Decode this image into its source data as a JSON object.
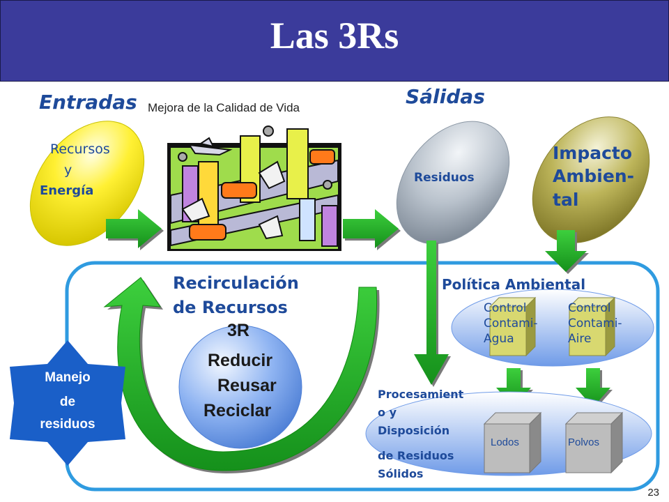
{
  "slide": {
    "title": "Las 3Rs",
    "page_number": "23"
  },
  "inputs": {
    "heading": "Entradas",
    "subtitle": "Mejora de la Calidad de Vida",
    "resources_line1": "Recursos",
    "resources_line2": "y",
    "resources_line3": "Energía"
  },
  "outputs": {
    "heading": "Sálidas",
    "waste_label": "Residuos",
    "impact_line1": "Impacto",
    "impact_line2": "Ambien-",
    "impact_line3": "tal"
  },
  "recirculation": {
    "label_line1": "Recirculación",
    "label_line2": "de Recursos",
    "r_title": "3R",
    "r_item1": "Reducir",
    "r_item2": "Reusar",
    "r_item3": "Reciclar"
  },
  "policy": {
    "heading": "Política Ambiental",
    "water_line1": "Control",
    "water_line2": "Contami-",
    "water_line3": "Agua",
    "air_line1": "Control",
    "air_line2": "Contami-",
    "air_line3": "Aire"
  },
  "processing": {
    "line1": "Procesamient",
    "line2": "o y",
    "line3": "Disposición",
    "line4": "de Residuos",
    "line5": "Sólidos",
    "sludge_label": "Lodos",
    "dust_label": "Polvos"
  },
  "waste_management": {
    "line1": "Manejo",
    "line2": "de",
    "line3": "residuos"
  },
  "colors": {
    "title_bar": "#3b3b9b",
    "heading_blue": "#1e4a9a",
    "arrow_green": "#22a722",
    "frame_blue": "#2f9be0",
    "octagon_blue": "#1a5fc8"
  }
}
